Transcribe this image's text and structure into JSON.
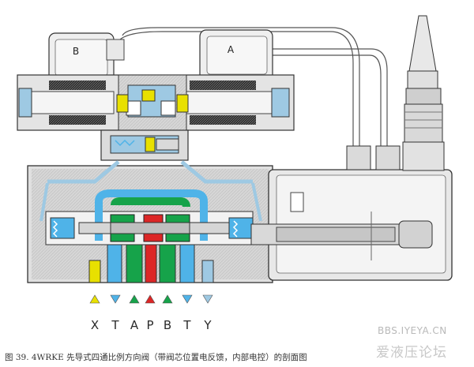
{
  "coils": {
    "left": "B",
    "right": "A"
  },
  "ports": [
    {
      "label": "X",
      "arrow": "up",
      "color": "#e8e000"
    },
    {
      "label": "T",
      "arrow": "down",
      "color": "#4fb3e8"
    },
    {
      "label": "A",
      "arrow": "up",
      "color": "#16a34a"
    },
    {
      "label": "P",
      "arrow": "up",
      "color": "#dc2626"
    },
    {
      "label": "B",
      "arrow": "up",
      "color": "#16a34a"
    },
    {
      "label": "T",
      "arrow": "down",
      "color": "#4fb3e8"
    },
    {
      "label": "Y",
      "arrow": "down",
      "color": "#9ec9e3"
    }
  ],
  "caption": "图 39. 4WRKE 先导式四通比例方向阀（带阀芯位置电反馈，内部电控）的剖面图",
  "watermark": {
    "url": "BBS.IYEYA.CN",
    "text": "爱液压论坛"
  },
  "colors": {
    "pressure": "#dc2626",
    "work": "#16a34a",
    "tank": "#4fb3e8",
    "pilot": "#e8e000",
    "body": "#d9d9d9",
    "outline": "#333333"
  }
}
